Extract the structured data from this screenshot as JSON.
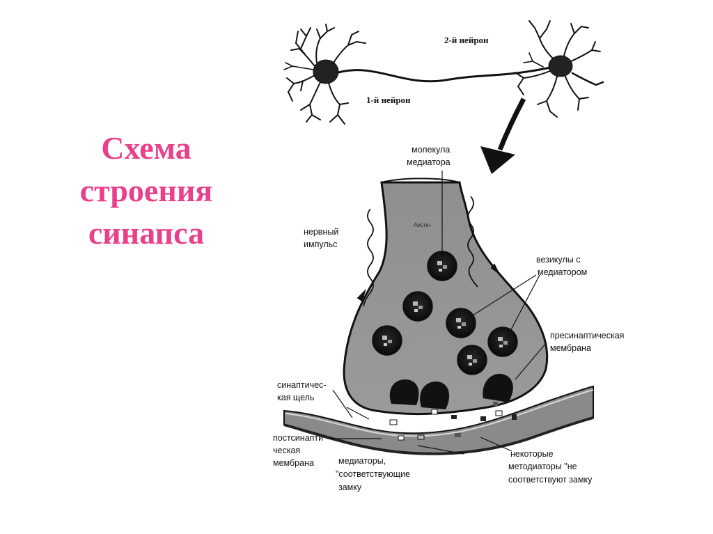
{
  "title": {
    "line1": "Схема",
    "line2": "строения",
    "line3": "синапса"
  },
  "labels": {
    "neuron2": "2-й нейрон",
    "neuron1": "1-й нейрон",
    "mediator_molecule_l1": "молекула",
    "mediator_molecule_l2": "медиатора",
    "axon": "Аксон",
    "nerve_impulse_l1": "нервный",
    "nerve_impulse_l2": "импульс",
    "vesicles_l1": "везикулы с",
    "vesicles_l2": "медиатором",
    "presynaptic_l1": "пресинаптическая",
    "presynaptic_l2": "мембрана",
    "cleft_l1": "синаптичес-",
    "cleft_l2": "кая щель",
    "postsynaptic_l1": "постсинапти",
    "postsynaptic_l2": "ческая",
    "postsynaptic_l3": "мембрана",
    "mediators_fit_l1": "медиаторы,",
    "mediators_fit_l2": "\"соответствующие",
    "mediators_fit_l3": "замку",
    "mediators_nofit_l1": "некоторые",
    "mediators_nofit_l2": "методиаторы \"не",
    "mediators_nofit_l3": "соответствуют замку"
  }
}
